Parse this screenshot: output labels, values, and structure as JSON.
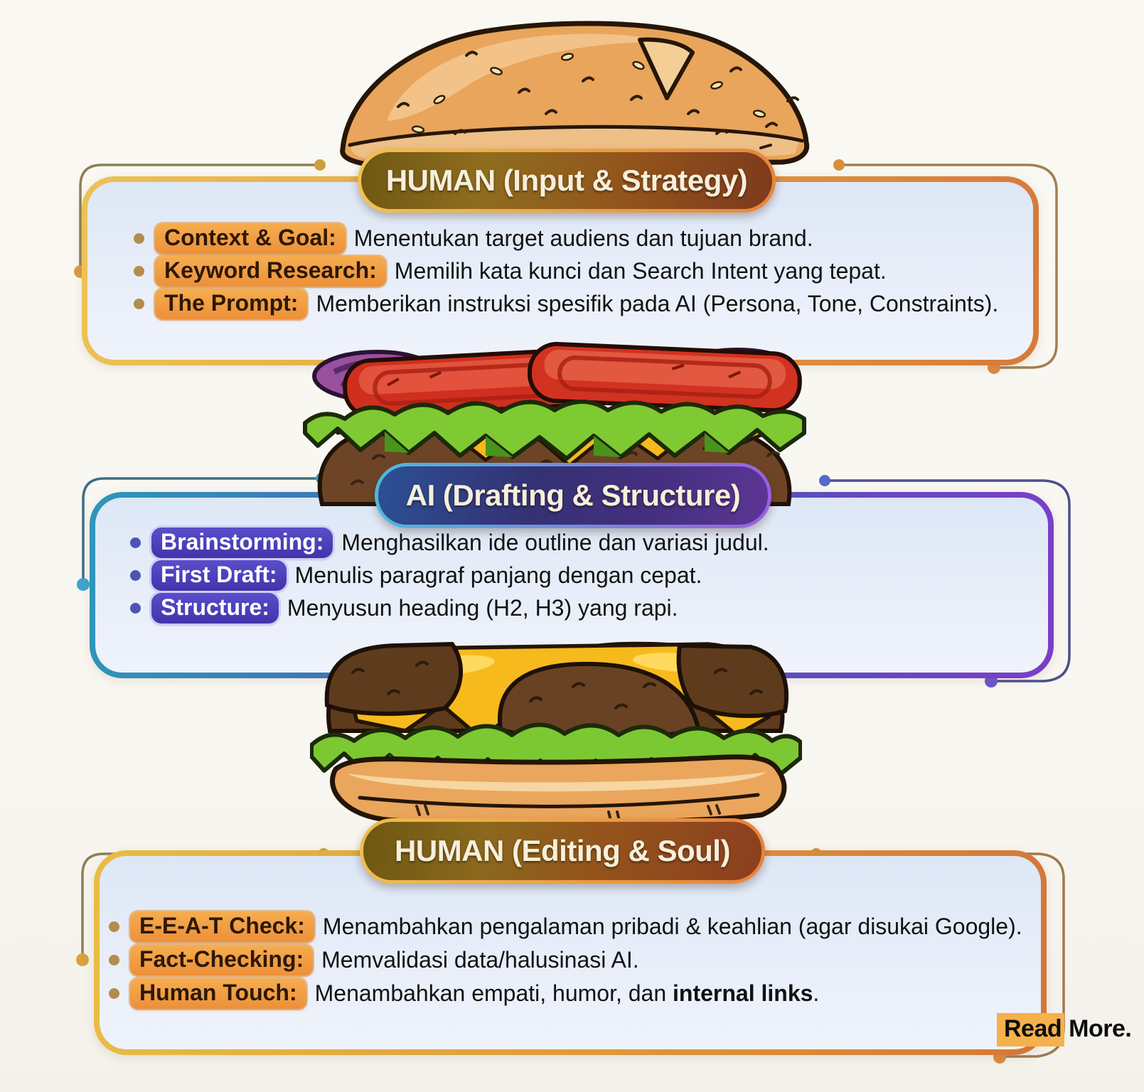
{
  "sections": [
    {
      "id": "human-input",
      "header": "HUMAN (Input & Strategy)",
      "theme": "orange",
      "items": [
        {
          "label": "Context & Goal:",
          "text": "Menentukan target audiens dan tujuan brand."
        },
        {
          "label": "Keyword Research:",
          "text": "Memilih kata kunci dan Search Intent yang tepat."
        },
        {
          "label": "The Prompt:",
          "text": "Memberikan instruksi spesifik pada AI (Persona, Tone, Constraints)."
        }
      ]
    },
    {
      "id": "ai-drafting",
      "header": "AI (Drafting & Structure)",
      "theme": "purple",
      "items": [
        {
          "label": "Brainstorming:",
          "text": "Menghasilkan ide outline dan variasi judul."
        },
        {
          "label": "First Draft:",
          "text": "Menulis paragraf panjang dengan cepat."
        },
        {
          "label": "Structure:",
          "text": "Menyusun heading (H2, H3) yang rapi."
        }
      ]
    },
    {
      "id": "human-editing",
      "header": "HUMAN (Editing & Soul)",
      "theme": "orange",
      "items": [
        {
          "label": "E-E-A-T Check:",
          "text": "Menambahkan pengalaman pribadi & keahlian (agar disukai Google)."
        },
        {
          "label": "Fact-Checking:",
          "text": "Memvalidasi data/halusinasi AI."
        },
        {
          "label": "Human Touch:",
          "text": "Menambahkan empati, humor, dan ",
          "text_bold": "internal links",
          "text_suffix": "."
        }
      ]
    }
  ],
  "footer": {
    "read_more_highlight": "Read",
    "read_more_rest": "More."
  },
  "illustrations": {
    "top": "top-bun",
    "middle": "onion-tomato-lettuce-cheese-patty",
    "bottom": "patty-cheese-lettuce-bottom-bun"
  },
  "colors": {
    "background": "#f8f6f0",
    "card_fill": "#e8eef9",
    "card1_border": [
      "#ecc257",
      "#d67a3a"
    ],
    "card2_border": [
      "#2f96ba",
      "#7b3ec8"
    ],
    "card3_border": [
      "#e8bd45",
      "#d4763a"
    ],
    "chip_orange": "#ee9a40",
    "chip_purple": "#4b3fb8",
    "read_more_highlight_bg": "#f5b14b"
  }
}
